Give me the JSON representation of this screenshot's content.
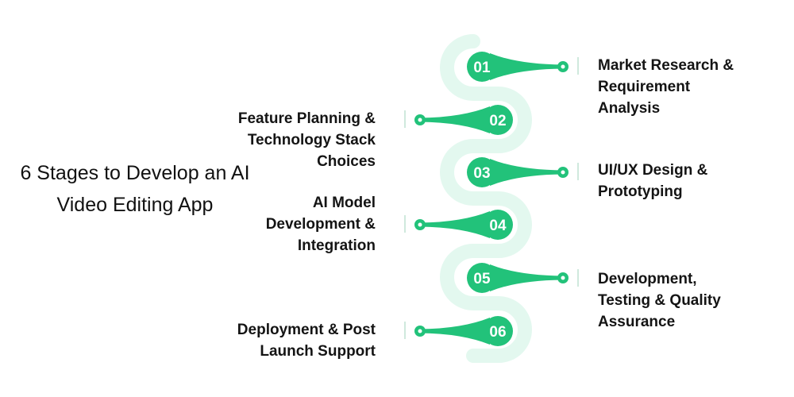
{
  "title": "6 Stages to Develop an AI Video Editing App",
  "colors": {
    "accent": "#22c27a",
    "path": "#e3f8ef",
    "text": "#141414"
  },
  "stages": [
    {
      "number": "01",
      "label": "Market Research & Requirement Analysis",
      "side": "right"
    },
    {
      "number": "02",
      "label": "Feature Planning & Technology Stack Choices",
      "side": "left"
    },
    {
      "number": "03",
      "label": "UI/UX Design & Prototyping",
      "side": "right"
    },
    {
      "number": "04",
      "label": "AI Model Development & Integration",
      "side": "left"
    },
    {
      "number": "05",
      "label": "Development, Testing & Quality Assurance",
      "side": "right"
    },
    {
      "number": "06",
      "label": "Deployment & Post Launch Support",
      "side": "left"
    }
  ]
}
